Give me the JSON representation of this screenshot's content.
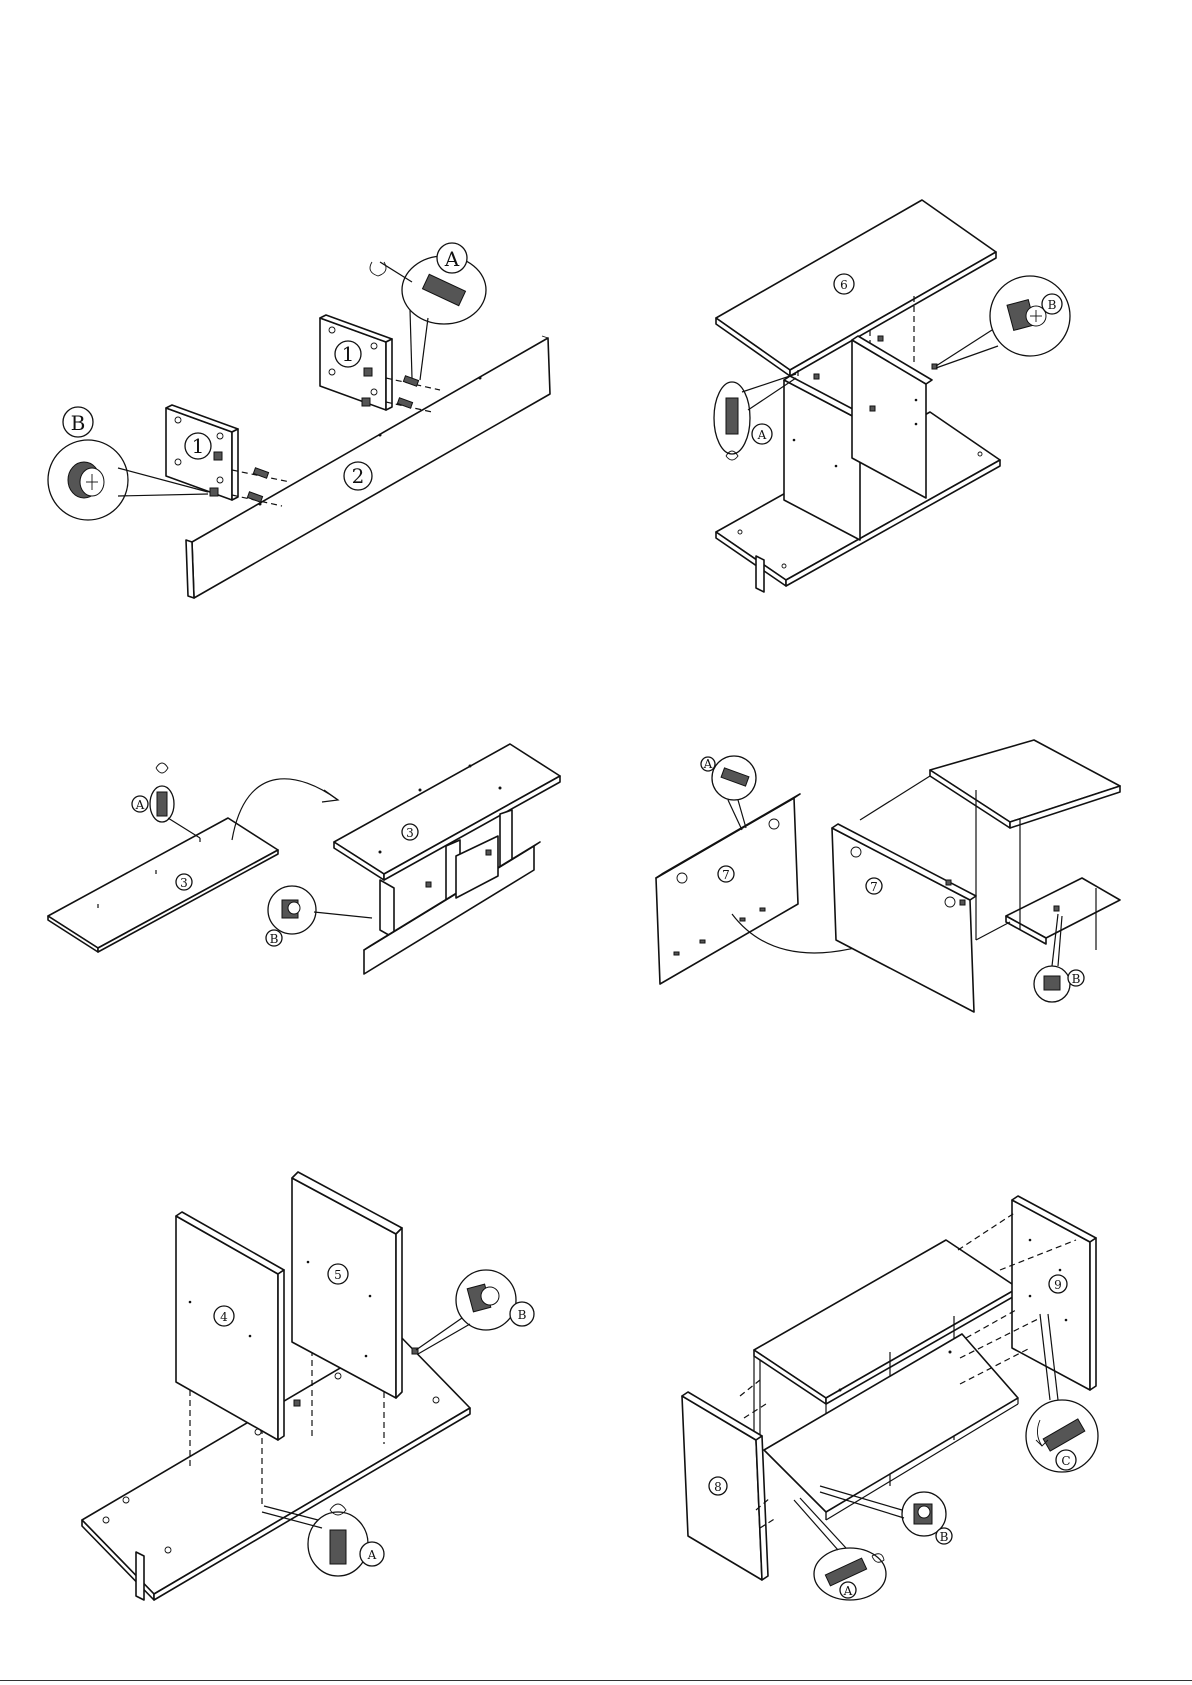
{
  "part_labels": {
    "p1": "1",
    "p2": "2",
    "p3": "3",
    "p4": "4",
    "p5": "5",
    "p6": "6",
    "p7": "7",
    "p8": "8",
    "p9": "9"
  },
  "hardware_labels": {
    "a": "A",
    "b": "B",
    "c": "C"
  }
}
